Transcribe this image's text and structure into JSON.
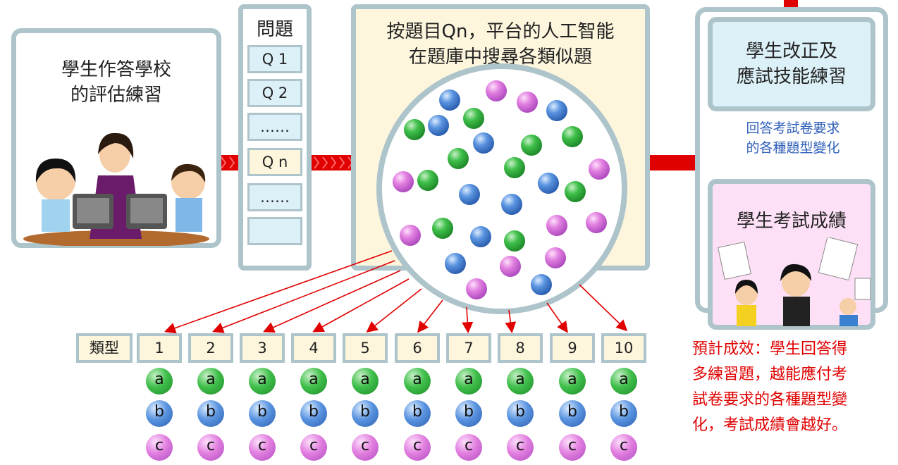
{
  "left_panel": {
    "line1": "學生作答學校",
    "line2": "的評估練習"
  },
  "questions": {
    "title": "問題",
    "items": [
      "Q 1",
      "Q 2",
      "……",
      "Q n",
      "……",
      ""
    ]
  },
  "bank": {
    "line1": "按題目Qn，平台的人工智能",
    "line2": "在題庫中搜尋各類似題"
  },
  "right_top": {
    "line1": "學生改正及",
    "line2": "應試技能練習"
  },
  "blue_note": {
    "line1": "回答考試卷要求",
    "line2": "的各種題型變化"
  },
  "right_bottom": {
    "title": "學生考試成績"
  },
  "types": {
    "label": "類型",
    "numbers": [
      "1",
      "2",
      "3",
      "4",
      "5",
      "6",
      "7",
      "8",
      "9",
      "10"
    ]
  },
  "balls": {
    "a": "a",
    "b": "b",
    "c": "c"
  },
  "red_note": {
    "line1": "預計成效：學生回答得",
    "line2": "多練習題，越能應付考",
    "line3": "試卷要求的各種題型變",
    "line4": "化，考試成績會越好。"
  },
  "colors": {
    "green": "#3fbf4a",
    "blue": "#5a94e0",
    "pink": "#e27fe0",
    "red": "#e00000",
    "frame": "#aec4cb"
  }
}
